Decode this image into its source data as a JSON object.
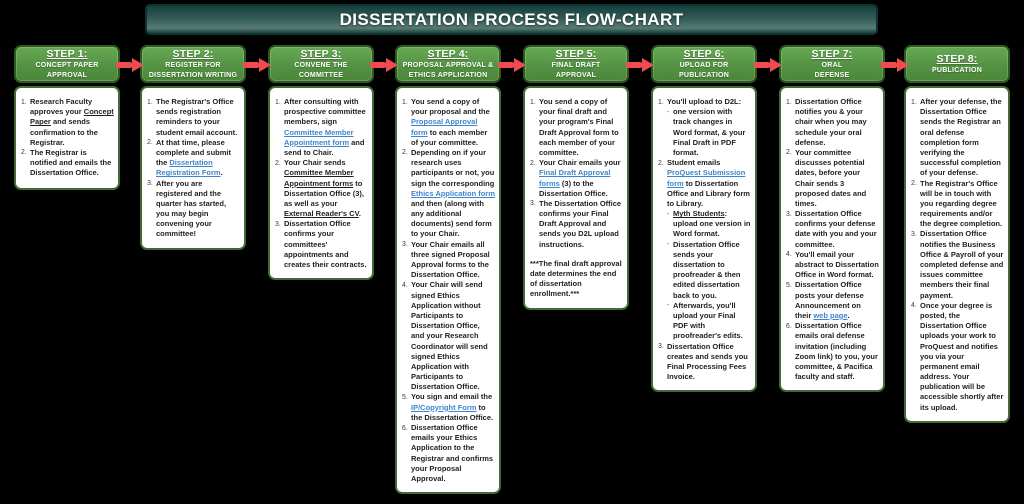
{
  "title": "DISSERTATION PROCESS FLOW-CHART",
  "colors": {
    "arrow_red": "#f14b50",
    "header_green": "#5d9a4a",
    "header_border_green": "#2b5a1e",
    "banner_teal": "#2f5b56",
    "link_blue": "#3d86cf",
    "body_text": "#1f1f1f"
  },
  "steps": [
    {
      "heading": "STEP 1:",
      "subtitle": "CONCEPT PAPER\nAPPROVAL",
      "items": [
        {
          "m": "1.",
          "parts": [
            "Research Faculty approves your ",
            {
              "u": "Concept Paper"
            },
            " and sends confirmation to the Registrar."
          ]
        },
        {
          "m": "2.",
          "parts": [
            "The Registrar is notified and emails the Dissertation Office."
          ]
        }
      ]
    },
    {
      "heading": "STEP 2:",
      "subtitle": "REGISTER FOR\nDISSERTATION WRITING",
      "items": [
        {
          "m": "1.",
          "parts": [
            "The Registrar's Office sends registration reminders to your student email account."
          ]
        },
        {
          "m": "2.",
          "parts": [
            "At that time, please complete and submit the ",
            {
              "link": "Dissertation Registration Form"
            },
            "."
          ]
        },
        {
          "m": "3.",
          "parts": [
            "After you are registered and the quarter has started, you may begin convening your committee!"
          ]
        }
      ]
    },
    {
      "heading": "STEP 3:",
      "subtitle": "CONVENE THE\nCOMMITTEE",
      "items": [
        {
          "m": "1.",
          "parts": [
            "After consulting with prospective committee members, sign ",
            {
              "link": "Committee Member Appointment form"
            },
            " and send to Chair."
          ]
        },
        {
          "m": "2.",
          "parts": [
            "Your Chair sends ",
            {
              "u": "Committee Member Appointment forms"
            },
            " to Dissertation Office (3), as well as your ",
            {
              "u": "External Reader's CV"
            },
            "."
          ]
        },
        {
          "m": "3.",
          "parts": [
            "Dissertation Office confirms your committees' appointments and creates their contracts."
          ]
        }
      ]
    },
    {
      "heading": "STEP 4:",
      "subtitle": "PROPOSAL APPROVAL &\nETHICS APPLICATION",
      "items": [
        {
          "m": "1.",
          "parts": [
            "You send a copy of your proposal and the ",
            {
              "link": "Proposal Approval form"
            },
            " to each member of your committee."
          ]
        },
        {
          "m": "2.",
          "parts": [
            "Depending on if your research uses participants or not, you sign the corresponding ",
            {
              "link": "Ethics Application form"
            },
            " and then (along with any additional documents) send form to your Chair."
          ]
        },
        {
          "m": "3.",
          "parts": [
            "Your Chair emails all three signed Proposal Approval forms to the Dissertation Office."
          ]
        },
        {
          "m": "4.",
          "parts": [
            "Your Chair will send signed Ethics Application without Participants to Dissertation Office, and your Research Coordinator will send signed Ethics Application with Participants to Dissertation Office."
          ]
        },
        {
          "m": "5.",
          "parts": [
            "You sign and email the ",
            {
              "link": "IP/Copyright Form"
            },
            " to the Dissertation Office."
          ]
        },
        {
          "m": "6.",
          "parts": [
            "Dissertation Office emails your Ethics Application to the Registrar and confirms your Proposal Approval."
          ]
        }
      ]
    },
    {
      "heading": "STEP 5:",
      "subtitle": "FINAL DRAFT\nAPPROVAL",
      "items": [
        {
          "m": "1.",
          "parts": [
            "You send a copy of your final draft and your program's Final Draft Approval form to each member of your committee."
          ]
        },
        {
          "m": "2.",
          "parts": [
            "Your Chair emails your ",
            {
              "link": "Final Draft Approval forms"
            },
            " (3) to the Dissertation Office."
          ]
        },
        {
          "m": "3.",
          "parts": [
            "The Dissertation Office confirms your Final Draft Approval and sends you D2L upload instructions."
          ]
        }
      ],
      "note": "***The final draft approval date determines the end of dissertation enrollment.***"
    },
    {
      "heading": "STEP 6:",
      "subtitle": "UPLOAD FOR\nPUBLICATION",
      "items": [
        {
          "m": "1.",
          "parts": [
            "You'll upload to D2L:"
          ]
        },
        {
          "m": "-",
          "sub": true,
          "parts": [
            "one version with track changes in Word format, & your Final Draft in PDF format."
          ]
        },
        {
          "m": "2.",
          "parts": [
            "Student emails ",
            {
              "link": "ProQuest Submission form"
            },
            " to Dissertation Office and Library form to Library."
          ]
        },
        {
          "m": "-",
          "sub": true,
          "parts": [
            {
              "u": "Myth Students"
            },
            ": upload one version in Word format."
          ]
        },
        {
          "m": "-",
          "sub": true,
          "parts": [
            "Dissertation Office sends your dissertation to proofreader & then edited dissertation back to you."
          ]
        },
        {
          "m": "-",
          "sub": true,
          "parts": [
            "Afterwards, you'll upload your Final PDF with proofreader's edits."
          ]
        },
        {
          "m": "3.",
          "parts": [
            "Dissertation Office creates and sends you Final Processing Fees Invoice."
          ]
        }
      ]
    },
    {
      "heading": "STEP 7:",
      "subtitle": "ORAL\nDEFENSE",
      "items": [
        {
          "m": "1.",
          "parts": [
            "Dissertation Office notifies you & your chair when you may schedule your oral defense."
          ]
        },
        {
          "m": "2.",
          "parts": [
            "Your committee discusses potential dates, before your Chair sends 3 proposed dates and times."
          ]
        },
        {
          "m": "3.",
          "parts": [
            "Dissertation Office confirms your defense date with you and your committee."
          ]
        },
        {
          "m": "4.",
          "parts": [
            "You'll email your abstract to Dissertation Office in Word format."
          ]
        },
        {
          "m": "5.",
          "parts": [
            "Dissertation Office posts your defense Announcement on their ",
            {
              "link": "web page"
            },
            "."
          ]
        },
        {
          "m": "6.",
          "parts": [
            "Dissertation Office emails oral defense invitation (including Zoom link) to you, your committee, & Pacifica faculty and staff."
          ]
        }
      ]
    },
    {
      "heading": "STEP 8:",
      "subtitle": "PUBLICATION",
      "items": [
        {
          "m": "1.",
          "parts": [
            "After your defense, the Dissertation Office sends the Registrar an oral defense completion form verifying the successful completion of your defense."
          ]
        },
        {
          "m": "2.",
          "parts": [
            "The Registrar's Office will be in touch with you regarding degree requirements and/or the degree completion."
          ]
        },
        {
          "m": "3.",
          "parts": [
            "Dissertation Office notifies the Business Office & Payroll of your completed defense and issues committee members their final payment."
          ]
        },
        {
          "m": "4.",
          "parts": [
            "Once your degree is posted, the Dissertation Office uploads your work to ProQuest and notifies you via your permanent email address. Your publication will be accessible shortly after its upload."
          ]
        }
      ]
    }
  ]
}
